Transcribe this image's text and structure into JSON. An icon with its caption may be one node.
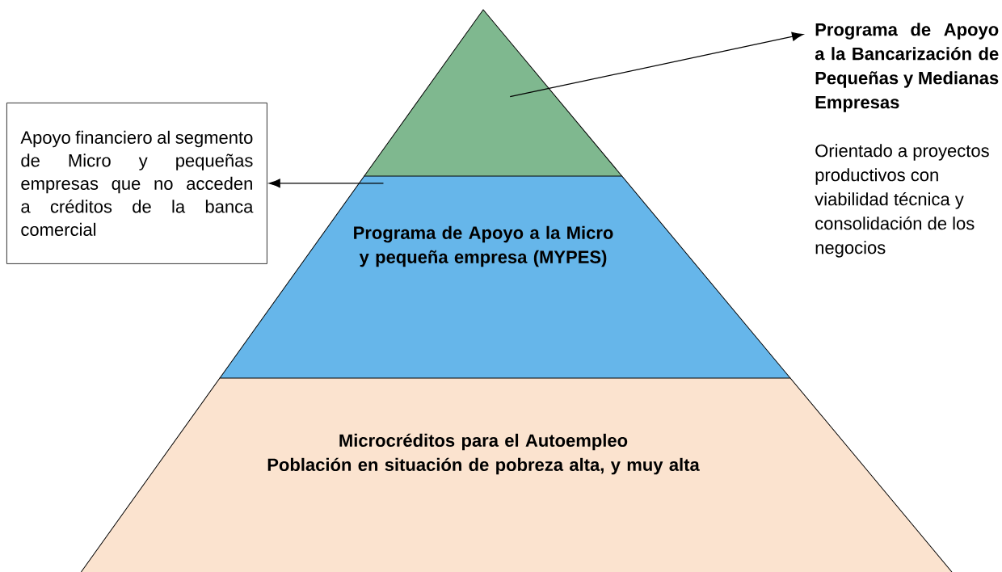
{
  "diagram": {
    "nodes": [
      {
        "text": [],
        "shape": "triangle"
      },
      {
        "text": [
          "Programa de Apoyo a la Micro y pequeña empresa (MYPES)"
        ]
      },
      {
        "text": [
          "Microcréditos para el Autoempleo",
          "Población en situación de pobreza alta, y muy alta"
        ]
      },
      {
        "text": [
          "Apoyo financiero al segmento de Micro y pequeñas empresas que no acceden a créditos de la banca comercial"
        ]
      },
      {
        "text": [
          "Programa de Apoyo a la Bancarización de Pequeñas y Medianas Empresas",
          "Orientado a proyectos productivos con viabilidad técnica y consolidación de los negocios"
        ]
      }
    ],
    "edges": [
      {
        "from": 0,
        "to": 4,
        "arrow": "to"
      },
      {
        "from": 1,
        "to": 3,
        "arrow": "to"
      }
    ]
  }
}
